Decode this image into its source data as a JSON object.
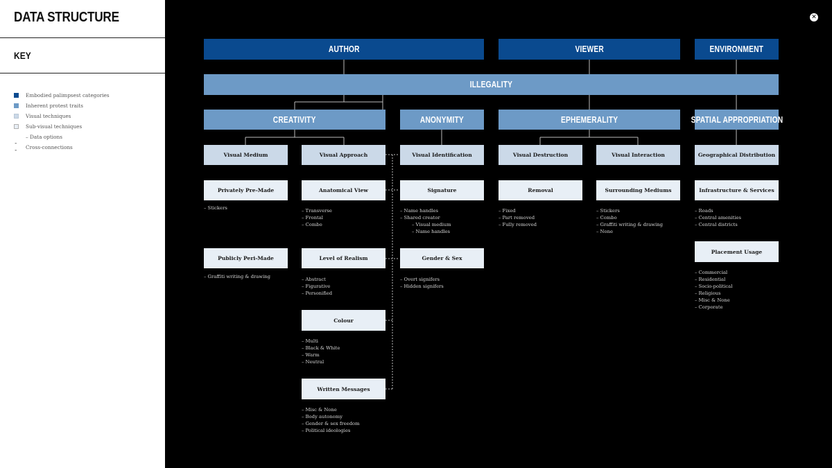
{
  "sidebar": {
    "title": "DATA STRUCTURE",
    "key_label": "KEY",
    "legend": [
      {
        "label": "Embodied palimpsest categories",
        "color": "#0a4a8f"
      },
      {
        "label": "Inherent protest traits",
        "color": "#6d9ac6"
      },
      {
        "label": "Visual techniques",
        "color": "#cbd9e8"
      },
      {
        "label": "Sub-visual techniques",
        "color": "#e8eff6"
      }
    ],
    "data_options_label": "– Data options",
    "cross_label": "Cross-connections",
    "cross_icon": "- -"
  },
  "close_icon": "✕",
  "diagram": {
    "categories": {
      "author": "AUTHOR",
      "viewer": "VIEWER",
      "environment": "ENVIRONMENT"
    },
    "illegality": "ILLEGALITY",
    "traits": {
      "creativity": "CREATIVITY",
      "anonymity": "ANONYMITY",
      "ephemerality": "EPHEMERALITY",
      "spatial": "SPATIAL APPROPRIATION"
    },
    "techniques": {
      "visual_medium": "Visual Medium",
      "visual_approach": "Visual Approach",
      "visual_identification": "Visual Identification",
      "visual_destruction": "Visual Destruction",
      "visual_interaction": "Visual Interaction",
      "geo_distribution": "Geographical Distribution"
    },
    "subs": {
      "privately": {
        "label": "Privately Pre-Made",
        "options": [
          "– Stickers"
        ]
      },
      "publicly": {
        "label": "Publicly Peri-Made",
        "options": [
          "– Graffiti writing & drawing"
        ]
      },
      "anatomical": {
        "label": "Anatomical View",
        "options": [
          "– Transverse",
          "– Frontal",
          "– Combo"
        ]
      },
      "realism": {
        "label": "Level of Realism",
        "options": [
          "– Abstract",
          "– Figurative",
          "– Personified"
        ]
      },
      "colour": {
        "label": "Colour",
        "options": [
          "– Multi",
          "– Black & White",
          "– Warm",
          "– Neutral"
        ]
      },
      "written": {
        "label": "Written Messages",
        "options": [
          "– Misc & None",
          "– Body autonomy",
          "– Gender & sex freedom",
          "– Political ideologies"
        ]
      },
      "signature": {
        "label": "Signature",
        "options": [
          "– Name handles",
          "– Shared creator"
        ],
        "sub_options": [
          "– Visual medium",
          "– Name handles"
        ]
      },
      "gender": {
        "label": "Gender & Sex",
        "options": [
          "– Overt signifers",
          "– Hidden signifers"
        ]
      },
      "removal": {
        "label": "Removal",
        "options": [
          "– Fixed",
          "– Part removed",
          "– Fully removed"
        ]
      },
      "surrounding": {
        "label": "Surrounding Mediums",
        "options": [
          "– Stickers",
          "– Combo",
          "– Graffiti writing & drawing",
          "– None"
        ]
      },
      "infrastructure": {
        "label": "Infrastructure & Services",
        "options": [
          "– Roads",
          "– Central amenities",
          "– Central districts"
        ]
      },
      "placement": {
        "label": "Placement Usage",
        "options": [
          "– Commercial",
          "– Residential",
          "– Socio-political",
          "– Religious",
          "– Misc & None",
          "– Corporate"
        ]
      }
    }
  }
}
